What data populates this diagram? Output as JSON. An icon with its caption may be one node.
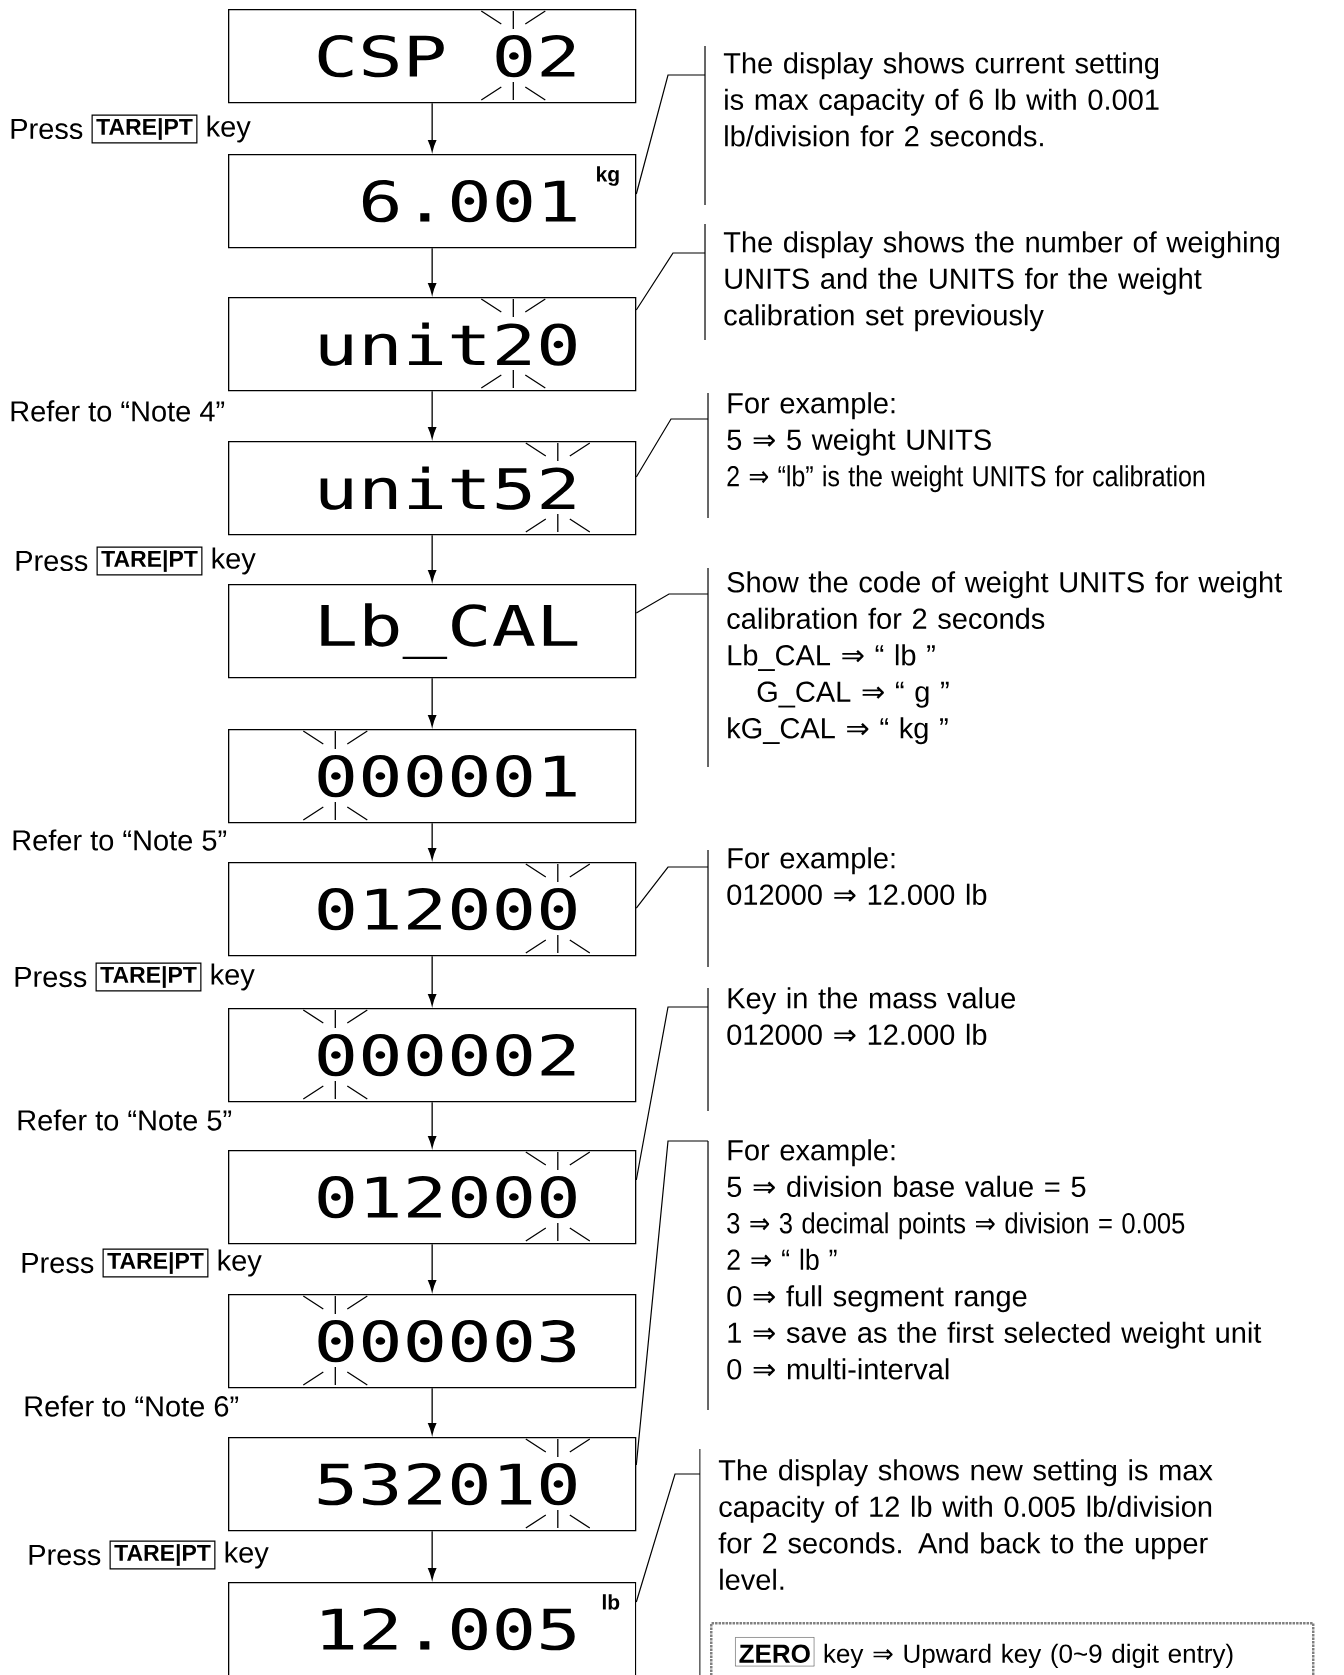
{
  "diagram": {
    "nodes": [
      {
        "text": [
          "CSP 02"
        ]
      },
      {
        "text": [
          "6.001",
          "kg"
        ]
      },
      {
        "text": [
          "unit20"
        ]
      },
      {
        "text": [
          "unit52"
        ]
      },
      {
        "text": [
          "Lb_CAL"
        ]
      },
      {
        "text": [
          "000001"
        ]
      },
      {
        "text": [
          "012000"
        ]
      },
      {
        "text": [
          "000002"
        ]
      },
      {
        "text": [
          "012000"
        ]
      },
      {
        "text": [
          "000003"
        ]
      },
      {
        "text": [
          "532010"
        ]
      },
      {
        "text": [
          "12.005",
          "lb"
        ]
      },
      {
        "text": [
          "The display shows current setting is max capacity of 6 lb with 0.001 lb/division for 2 seconds."
        ]
      },
      {
        "text": [
          "The display shows the number of weighing UNITS and the UNITS for the weight calibration set previously"
        ]
      },
      {
        "text": [
          "For example:",
          "5 ⇒ 5 weight UNITS",
          "2 ⇒ “lb” is the weight UNITS for calibration"
        ]
      },
      {
        "text": [
          "Show the code of weight UNITS for weight calibration for 2 seconds",
          "Lb_CAL ⇒ “ lb ”",
          "G_CAL ⇒ “ g ”",
          "kG_CAL ⇒ “ kg ”"
        ]
      },
      {
        "text": [
          "For example:",
          "012000 ⇒ 12.000 lb"
        ]
      },
      {
        "text": [
          "Key in the mass value",
          "012000 ⇒ 12.000 lb"
        ]
      },
      {
        "text": [
          "For example:",
          "5 ⇒ division base value = 5",
          "3 ⇒ 3 decimal points ⇒ division = 0.005",
          "2 ⇒ “ lb ”",
          "0 ⇒ full segment range",
          "1 ⇒ save as the first selected weight unit",
          "0 ⇒ multi-interval"
        ]
      },
      {
        "text": [
          "The display shows new setting is max capacity of 12 lb with 0.005 lb/division for 2 seconds. And back to the upper level."
        ]
      },
      {
        "text": [
          "ZERO",
          "key ⇒ Upward key (0~9 digit entry)"
        ]
      }
    ],
    "edges": [
      {
        "from": 0,
        "to": 1,
        "arrow": "to"
      },
      {
        "from": 1,
        "to": 2,
        "arrow": "to"
      },
      {
        "from": 2,
        "to": 3,
        "arrow": "to"
      },
      {
        "from": 3,
        "to": 4,
        "arrow": "to"
      },
      {
        "from": 4,
        "to": 5,
        "arrow": "to"
      },
      {
        "from": 5,
        "to": 6,
        "arrow": "to"
      },
      {
        "from": 6,
        "to": 7,
        "arrow": "to"
      },
      {
        "from": 7,
        "to": 8,
        "arrow": "to"
      },
      {
        "from": 8,
        "to": 9,
        "arrow": "to"
      },
      {
        "from": 9,
        "to": 10,
        "arrow": "to"
      },
      {
        "from": 10,
        "to": 11,
        "arrow": "to"
      },
      {
        "from": 12,
        "to": 1,
        "arrow": "none"
      },
      {
        "from": 13,
        "to": 2,
        "arrow": "none"
      },
      {
        "from": 14,
        "to": 3,
        "arrow": "none"
      },
      {
        "from": 15,
        "to": 4,
        "arrow": "none"
      },
      {
        "from": 16,
        "to": 6,
        "arrow": "none"
      },
      {
        "from": 17,
        "to": 8,
        "arrow": "none"
      },
      {
        "from": 18,
        "to": 10,
        "arrow": "none"
      },
      {
        "from": 19,
        "to": 11,
        "arrow": "none"
      }
    ],
    "labels": [
      "Press",
      "TARE|PT",
      "key",
      "Refer to “Note 4”",
      "Press",
      "TARE|PT",
      "key",
      "Refer to “Note 5”",
      "Press",
      "TARE|PT",
      "key",
      "Refer to “Note 5”",
      "Press",
      "TARE|PT",
      "key",
      "Refer to “Note 6”",
      "Press",
      "TARE|PT",
      "key"
    ]
  }
}
